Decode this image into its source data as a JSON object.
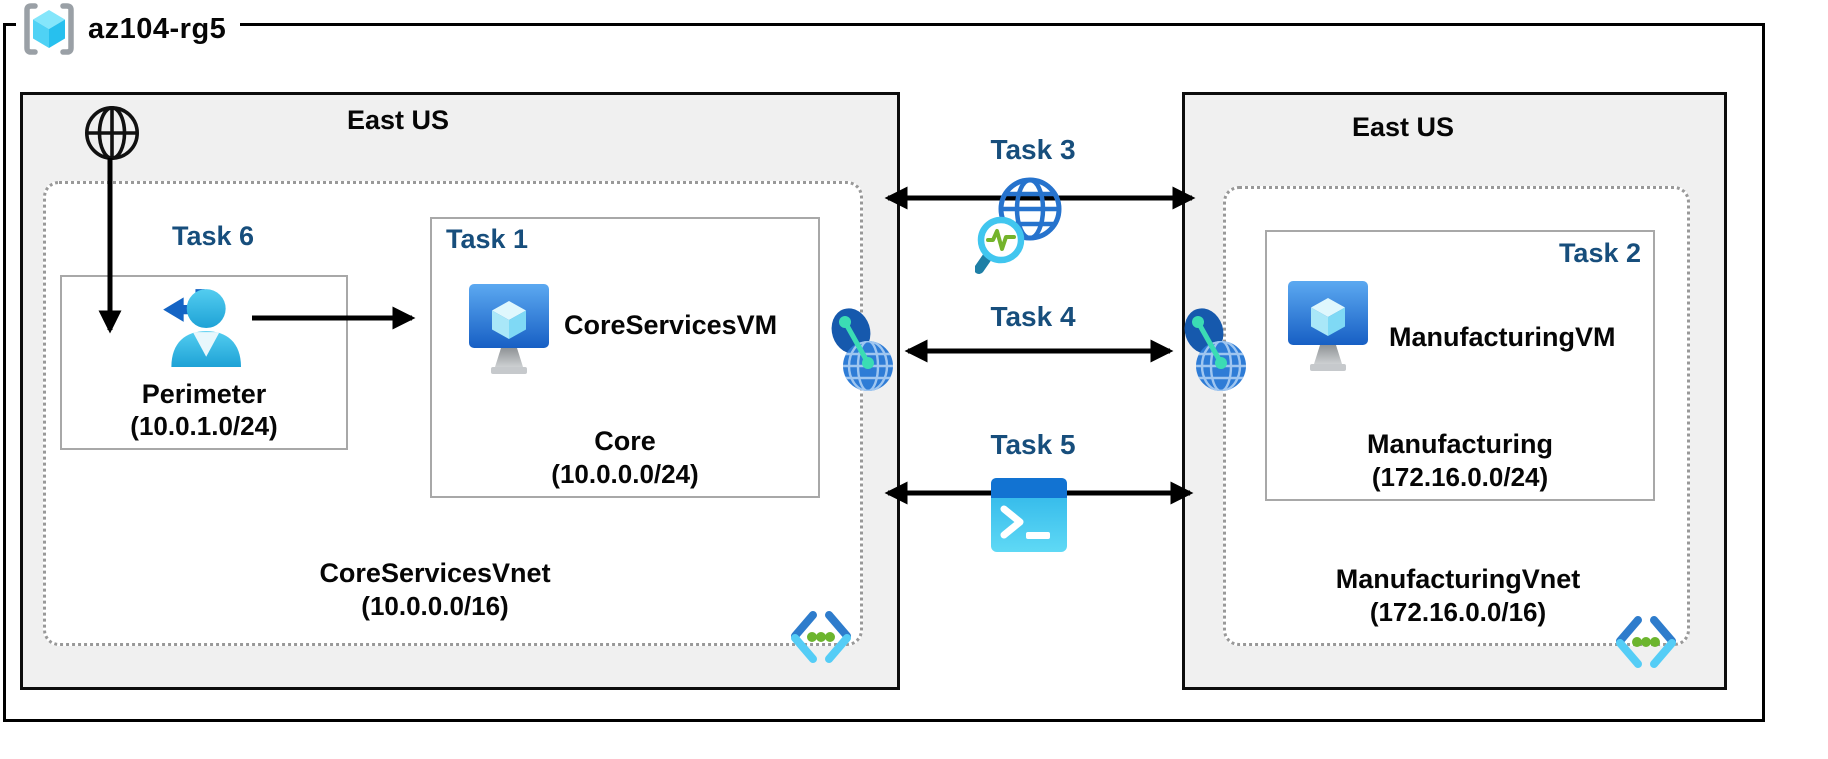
{
  "resource_group": {
    "name": "az104-rg5"
  },
  "left_region": {
    "location": "East US",
    "task6_label": "Task 6",
    "perimeter_subnet": {
      "name": "Perimeter",
      "cidr": "(10.0.1.0/24)"
    },
    "task1": {
      "label": "Task 1",
      "vm_name": "CoreServicesVM",
      "subnet_name": "Core",
      "subnet_cidr": "(10.0.0.0/24)"
    },
    "vnet_name": "CoreServicesVnet",
    "vnet_cidr": "(10.0.0.0/16)"
  },
  "right_region": {
    "location": "East US",
    "task2": {
      "label": "Task 2",
      "vm_name": "ManufacturingVM",
      "subnet_name": "Manufacturing",
      "subnet_cidr": "(172.16.0.0/24)"
    },
    "vnet_name": "ManufacturingVnet",
    "vnet_cidr": "(172.16.0.0/16)"
  },
  "connections": {
    "task3_label": "Task 3",
    "task4_label": "Task 4",
    "task5_label": "Task 5"
  },
  "icons": {
    "resource_group": "resource-group-icon",
    "internet": "internet-globe-icon",
    "guest_user": "guest-user-icon",
    "virtual_machine": "vm-icon",
    "virtual_network": "vnet-icon",
    "peering": "vnet-peering-icon",
    "network_watcher": "network-watcher-icon",
    "cloud_shell": "cloud-shell-icon"
  },
  "colors": {
    "task_label": "#174e7c",
    "region_fill": "#f0f0f0",
    "azure_blue": "#1e6fd8",
    "cyan": "#35bef0",
    "green_dot": "#6cb52e",
    "teal_link": "#3bdcb4"
  }
}
